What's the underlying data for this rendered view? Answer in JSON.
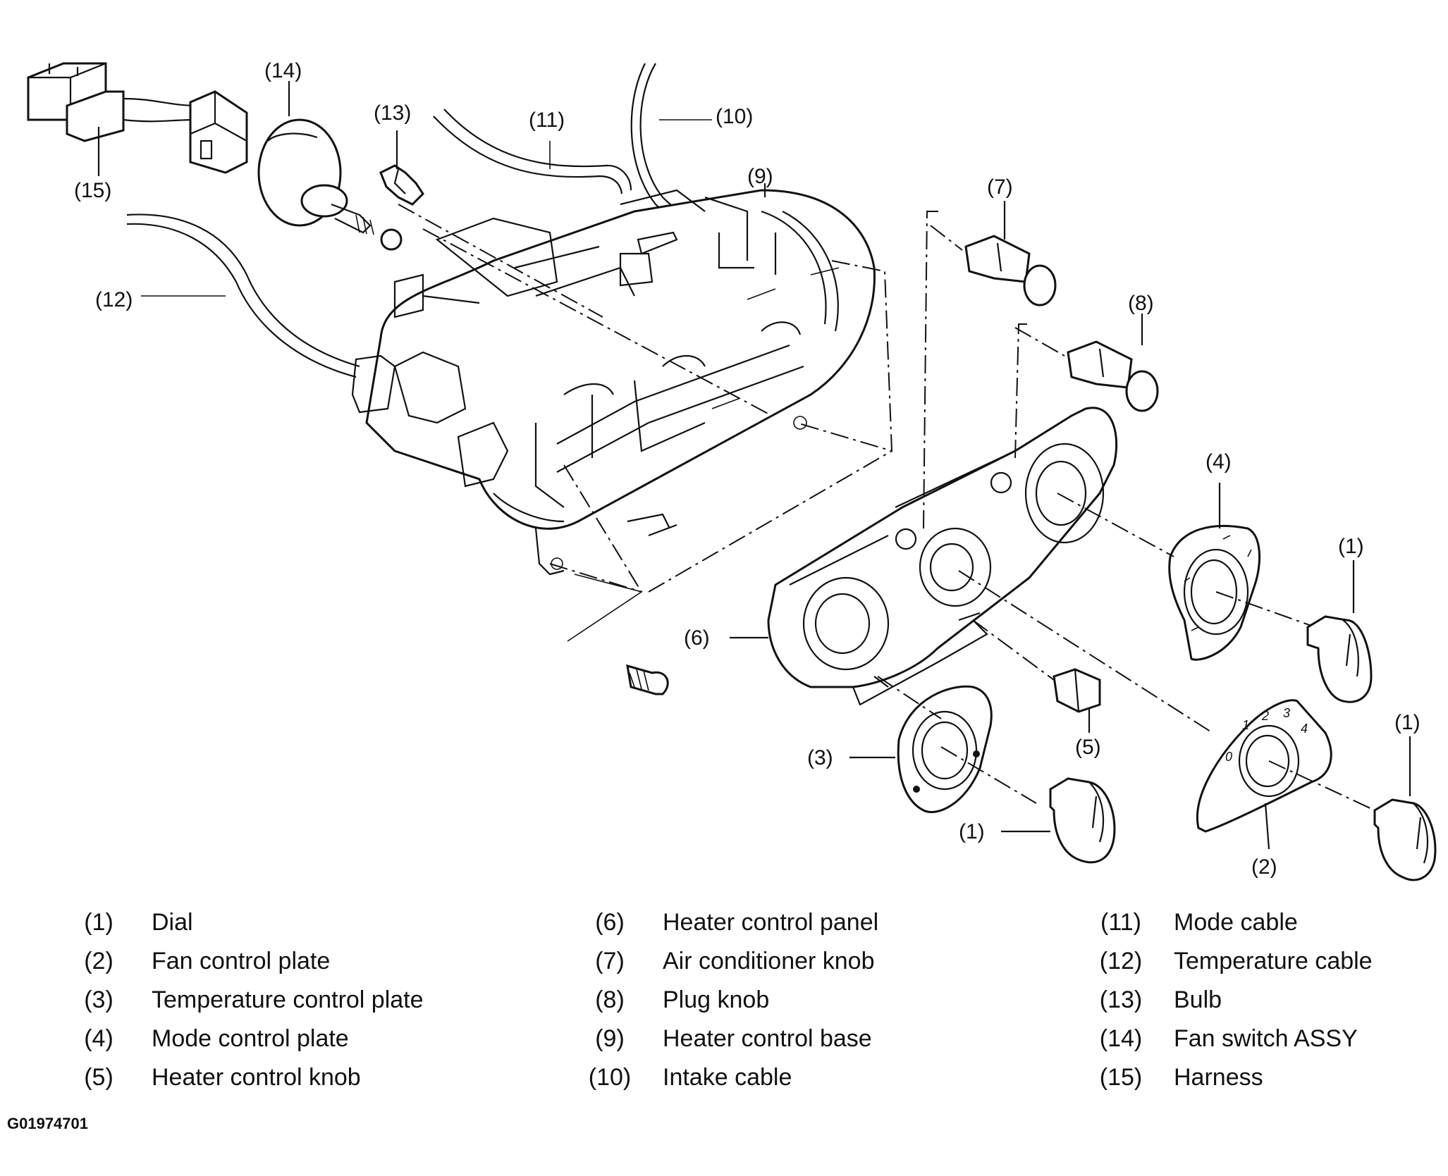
{
  "figure_code": "G01974701",
  "callouts": {
    "c1a": "(1)",
    "c1b": "(1)",
    "c1c": "(1)",
    "c2": "(2)",
    "c3": "(3)",
    "c4": "(4)",
    "c5": "(5)",
    "c6": "(6)",
    "c7": "(7)",
    "c8": "(8)",
    "c9": "(9)",
    "c10": "(10)",
    "c11": "(11)",
    "c12": "(12)",
    "c13": "(13)",
    "c14": "(14)",
    "c15": "(15)"
  },
  "legend": [
    {
      "num": "(1)",
      "label": "Dial"
    },
    {
      "num": "(2)",
      "label": "Fan control plate"
    },
    {
      "num": "(3)",
      "label": "Temperature control plate"
    },
    {
      "num": "(4)",
      "label": "Mode control plate"
    },
    {
      "num": "(5)",
      "label": "Heater control knob"
    },
    {
      "num": "(6)",
      "label": "Heater control panel"
    },
    {
      "num": "(7)",
      "label": "Air conditioner knob"
    },
    {
      "num": "(8)",
      "label": "Plug knob"
    },
    {
      "num": "(9)",
      "label": "Heater control base"
    },
    {
      "num": "(10)",
      "label": "Intake cable"
    },
    {
      "num": "(11)",
      "label": "Mode cable"
    },
    {
      "num": "(12)",
      "label": "Temperature cable"
    },
    {
      "num": "(13)",
      "label": "Bulb"
    },
    {
      "num": "(14)",
      "label": "Fan switch ASSY"
    },
    {
      "num": "(15)",
      "label": "Harness"
    }
  ],
  "fan_plate_marks": [
    "1",
    "2",
    "3",
    "4",
    "0"
  ]
}
